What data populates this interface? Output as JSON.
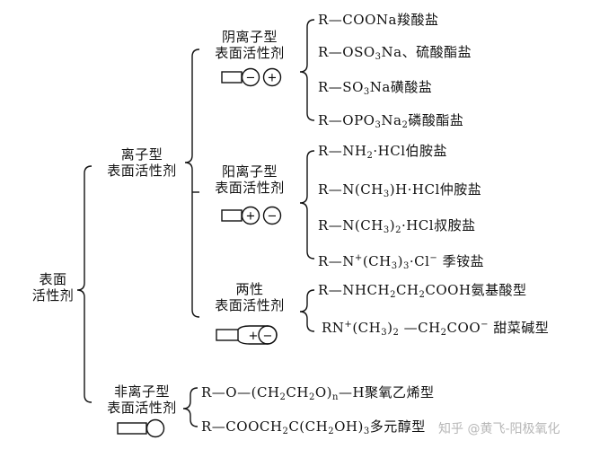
{
  "root": {
    "line1": "表面",
    "line2": "活性剂"
  },
  "ionic": {
    "line1": "离子型",
    "line2": "表面活性剂",
    "anionic": {
      "line1": "阴离子型",
      "line2": "表面活性剂",
      "items": [
        {
          "formula": "R—COONa",
          "name": "羧酸盐"
        },
        {
          "formula": "R—OSO3Na",
          "name": "、硫酸酯盐"
        },
        {
          "formula": "R—SO3Na",
          "name": "磺酸盐"
        },
        {
          "formula": "R—OPO3Na2",
          "name": "磷酸酯盐"
        }
      ]
    },
    "cationic": {
      "line1": "阳离子型",
      "line2": "表面活性剂",
      "items": [
        {
          "formula": "R—NH2·HCl",
          "name": "伯胺盐"
        },
        {
          "formula": "R—N(CH3)H·HCl",
          "name": "仲胺盐"
        },
        {
          "formula": "R—N(CH3)2·HCl",
          "name": "叔胺盐"
        },
        {
          "formula": "R—N+(CH3)3·Cl−",
          "name": "季铵盐"
        }
      ]
    },
    "amphoteric": {
      "line1": "两性",
      "line2": "表面活性剂",
      "items": [
        {
          "formula": "R—NHCH2CH2COOH",
          "name": "氨基酸型"
        },
        {
          "formula": "RN+(CH3)2—CH2COO−",
          "name": "甜菜碱型"
        }
      ]
    }
  },
  "nonionic": {
    "line1": "非离子型",
    "line2": "表面活性剂",
    "items": [
      {
        "formula": "R—O—(CH2CH2O)n—H",
        "name": "聚氧乙烯型"
      },
      {
        "formula": "R—COOCH2C(CH2OH)3",
        "name": "多元醇型"
      }
    ]
  },
  "icons": {
    "anionic": "surfactant-anionic-icon",
    "cationic": "surfactant-cationic-icon",
    "amphoteric": "surfactant-amphoteric-icon",
    "nonionic": "surfactant-nonionic-icon",
    "minus": "−",
    "plus": "+"
  },
  "watermark": "知乎 @黄飞-阳极氧化",
  "colors": {
    "ink": "#111111",
    "background": "#ffffff",
    "watermark": "#b7b7b7"
  }
}
